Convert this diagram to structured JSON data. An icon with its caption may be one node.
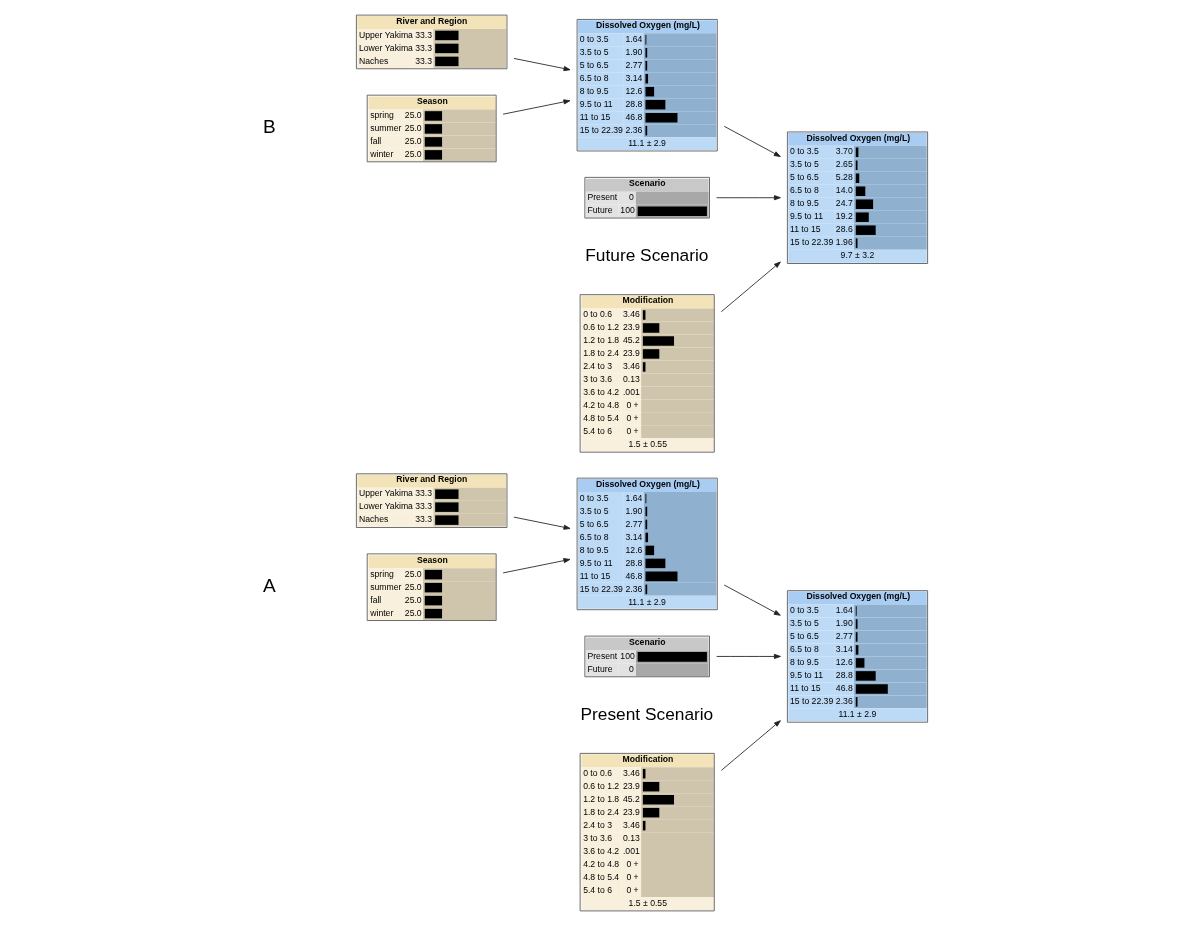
{
  "diagram": {
    "nodes": [
      {
        "text": [
          "River and Region",
          "Upper Yakima",
          "33.3",
          "Lower Yakima",
          "33.3",
          "Naches",
          "33.3"
        ]
      },
      {
        "text": [
          "Season",
          "spring",
          "25.0",
          "summer",
          "25.0",
          "fall",
          "25.0",
          "winter",
          "25.0"
        ]
      },
      {
        "text": [
          "Dissolved Oxygen (mg/L)",
          "0 to 3.5",
          "1.64",
          "3.5 to 5",
          "1.90",
          "5 to 6.5",
          "2.77",
          "6.5 to 8",
          "3.14",
          "8 to 9.5",
          "12.6",
          "9.5 to 11",
          "28.8",
          "11 to 15",
          "46.8",
          "15 to 22.39",
          "2.36",
          "11.1 ± 2.9"
        ]
      },
      {
        "text": [
          "Dissolved Oxygen (mg/L)",
          "0 to 3.5",
          "1.64",
          "3.5 to 5",
          "1.90",
          "5 to 6.5",
          "2.77",
          "6.5 to 8",
          "3.14",
          "8 to 9.5",
          "12.6",
          "9.5 to 11",
          "28.8",
          "11 to 15",
          "46.8",
          "15 to 22.39",
          "2.36",
          "11.1 ± 2.9"
        ]
      },
      {
        "text": [
          "Scenario",
          "Present",
          "100",
          "Future",
          "0"
        ]
      },
      {
        "text": [
          "Modification",
          "0 to 0.6",
          "3.46",
          "0.6 to 1.2",
          "23.9",
          "1.2 to 1.8",
          "45.2",
          "1.8 to 2.4",
          "23.9",
          "2.4 to 3",
          "3.46",
          "3 to 3.6",
          "0.13",
          "3.6 to 4.2",
          ".001",
          "4.2 to 4.8",
          "0 +",
          "4.8 to 5.4",
          "0 +",
          "5.4 to 6",
          "0 +",
          "1.5 ± 0.55"
        ]
      },
      {
        "text": [
          "River and Region",
          "Upper Yakima",
          "33.3",
          "Lower Yakima",
          "33.3",
          "Naches",
          "33.3"
        ]
      },
      {
        "text": [
          "Season",
          "spring",
          "25.0",
          "summer",
          "25.0",
          "fall",
          "25.0",
          "winter",
          "25.0"
        ]
      },
      {
        "text": [
          "Dissolved Oxygen (mg/L)",
          "0 to 3.5",
          "1.64",
          "3.5 to 5",
          "1.90",
          "5 to 6.5",
          "2.77",
          "6.5 to 8",
          "3.14",
          "8 to 9.5",
          "12.6",
          "9.5 to 11",
          "28.8",
          "11 to 15",
          "46.8",
          "15 to 22.39",
          "2.36",
          "11.1 ± 2.9"
        ]
      },
      {
        "text": [
          "Dissolved Oxygen (mg/L)",
          "0 to 3.5",
          "3.70",
          "3.5 to 5",
          "2.65",
          "5 to 6.5",
          "5.28",
          "6.5 to 8",
          "14.0",
          "8 to 9.5",
          "24.7",
          "9.5 to 11",
          "19.2",
          "11 to 15",
          "28.6",
          "15 to 22.39",
          "1.96",
          "9.7 ± 3.2"
        ]
      },
      {
        "text": [
          "Scenario",
          "Present",
          "0",
          "Future",
          "100"
        ]
      },
      {
        "text": [
          "Modification",
          "0 to 0.6",
          "3.46",
          "0.6 to 1.2",
          "23.9",
          "1.2 to 1.8",
          "45.2",
          "1.8 to 2.4",
          "23.9",
          "2.4 to 3",
          "3.46",
          "3 to 3.6",
          "0.13",
          "3.6 to 4.2",
          ".001",
          "4.2 to 4.8",
          "0 +",
          "4.8 to 5.4",
          "0 +",
          "5.4 to 6",
          "0 +",
          "1.5 ± 0.55"
        ]
      }
    ],
    "edges": [
      {
        "from": 0,
        "to": 2,
        "arrow": "to"
      },
      {
        "from": 1,
        "to": 2,
        "arrow": "to"
      },
      {
        "from": 2,
        "to": 3,
        "arrow": "to"
      },
      {
        "from": 4,
        "to": 3,
        "arrow": "to"
      },
      {
        "from": 5,
        "to": 3,
        "arrow": "to"
      },
      {
        "from": 6,
        "to": 8,
        "arrow": "to"
      },
      {
        "from": 7,
        "to": 8,
        "arrow": "to"
      },
      {
        "from": 8,
        "to": 9,
        "arrow": "to"
      },
      {
        "from": 10,
        "to": 9,
        "arrow": "to"
      },
      {
        "from": 11,
        "to": 9,
        "arrow": "to"
      }
    ],
    "labels": [
      "A",
      "Present Scenario",
      "B",
      "Future Scenario"
    ]
  }
}
